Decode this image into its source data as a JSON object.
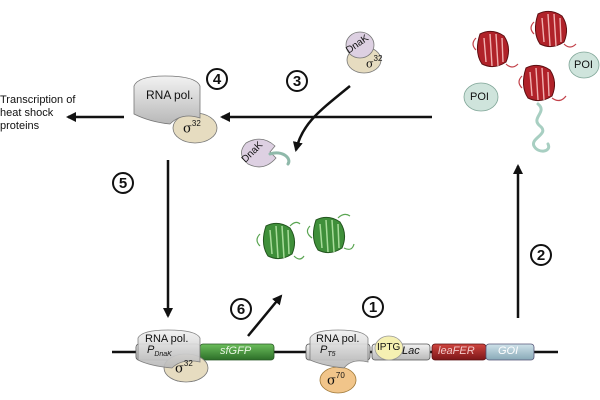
{
  "labels": {
    "heat_shock_text": [
      "Transcription of",
      "heat shock",
      "proteins"
    ],
    "rna_pol": "RNA pol.",
    "sigma": "σ",
    "sigma32_sup": "32",
    "sigma70_sup": "70",
    "dnak": "DnaK",
    "poi": "POI",
    "iptg": "IPTG",
    "p_letter": "P",
    "p_dnak_sub": "DnaK",
    "p_t5_sub": "T5",
    "sfgfp": "sfGFP",
    "lac": "Lac",
    "leafer": "leaFER",
    "goi": "GOI"
  },
  "steps": [
    "1",
    "2",
    "3",
    "4",
    "5",
    "6"
  ],
  "colors": {
    "rna_pol": "#d8d8d8",
    "sigma32": "#e6dcc0",
    "sigma70": "#f1c58a",
    "dnak": "#ddd0e2",
    "poi": "#cfe4dc",
    "iptg": "#f5f0b2",
    "sfgfp_gene": "#3f8f3a",
    "leafer_gene": "#a3282a",
    "goi_gene": "#a9c4cf",
    "protein_red": "#b02229",
    "protein_green": "#3f8f3a"
  }
}
